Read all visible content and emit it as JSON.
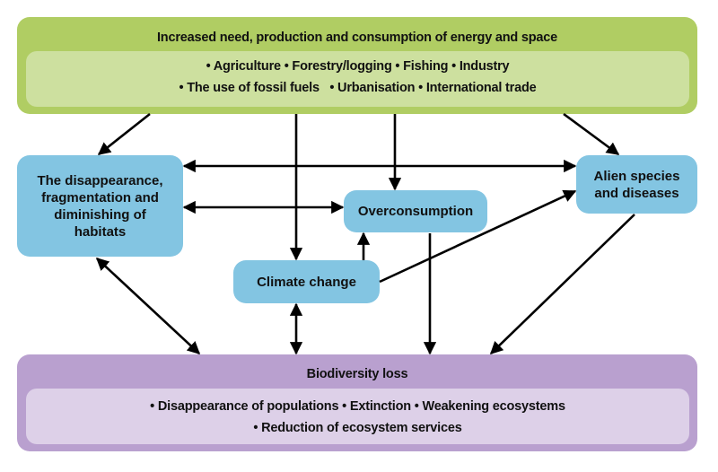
{
  "diagram": {
    "drivers": {
      "title": "Increased need, production and consumption of energy and space",
      "line1": "• Agriculture • Forestry/logging • Fishing • Industry",
      "line2": "• The use of fossil fuels   • Urbanisation • International trade",
      "items": [
        "Agriculture",
        "Forestry/logging",
        "Fishing",
        "Industry",
        "The use of fossil fuels",
        "Urbanisation",
        "International trade"
      ]
    },
    "nodes": {
      "habitats": "The disappearance, fragmentation and diminishing of habitats",
      "alien": "Alien species and diseases",
      "overconsumption": "Overconsumption",
      "climate": "Climate change"
    },
    "outcome": {
      "title": "Biodiversity loss",
      "line1": "• Disappearance of populations • Extinction • Weakening ecosystems",
      "line2": "• Reduction of ecosystem services",
      "items": [
        "Disappearance of populations",
        "Extinction",
        "Weakening ecosystems",
        "Reduction of ecosystem services"
      ]
    },
    "edges": [
      {
        "from": "drivers",
        "to": "habitats",
        "type": "directed"
      },
      {
        "from": "drivers",
        "to": "climate",
        "type": "directed"
      },
      {
        "from": "drivers",
        "to": "overconsumption",
        "type": "directed"
      },
      {
        "from": "drivers",
        "to": "alien",
        "type": "directed"
      },
      {
        "from": "habitats",
        "to": "alien",
        "type": "bidirectional"
      },
      {
        "from": "habitats",
        "to": "overconsumption",
        "type": "bidirectional"
      },
      {
        "from": "climate",
        "to": "overconsumption",
        "type": "directed"
      },
      {
        "from": "climate",
        "to": "alien",
        "type": "directed"
      },
      {
        "from": "habitats",
        "to": "outcome",
        "type": "bidirectional"
      },
      {
        "from": "climate",
        "to": "outcome",
        "type": "bidirectional"
      },
      {
        "from": "overconsumption",
        "to": "outcome",
        "type": "directed"
      },
      {
        "from": "alien",
        "to": "outcome",
        "type": "directed"
      }
    ],
    "colors": {
      "drivers": "#b0cd63",
      "drivers_inner": "#cde09f",
      "node": "#83c5e2",
      "outcome": "#b9a0cf",
      "outcome_inner": "#ddd0e8",
      "arrow": "#000000"
    }
  }
}
